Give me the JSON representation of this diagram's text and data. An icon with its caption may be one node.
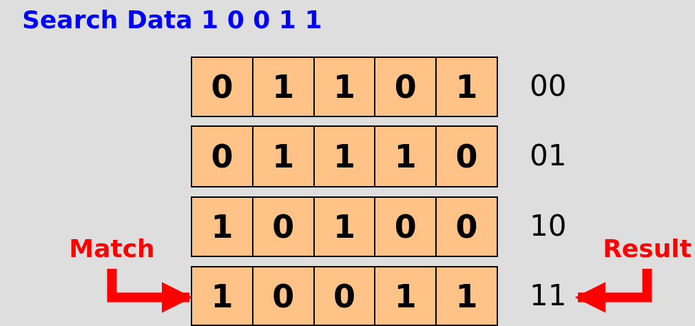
{
  "diagram": {
    "title": "Search Data 1 0 0 1 1",
    "nodes": [
      {
        "text": [
          "0",
          "1",
          "1",
          "0",
          "1"
        ],
        "beside": [
          "00"
        ]
      },
      {
        "text": [
          "0",
          "1",
          "1",
          "1",
          "0"
        ],
        "beside": [
          "01"
        ]
      },
      {
        "text": [
          "1",
          "0",
          "1",
          "0",
          "0"
        ],
        "beside": [
          "10"
        ]
      },
      {
        "text": [
          "1",
          "0",
          "0",
          "1",
          "1"
        ],
        "beside": [
          "11"
        ]
      },
      {
        "text": [
          "Match"
        ]
      },
      {
        "text": [
          "Result"
        ]
      }
    ],
    "edges": [
      {
        "from": 4,
        "to": 3,
        "arrow": "to",
        "color": "#ff0000"
      },
      {
        "from": 5,
        "to": 3,
        "arrow": "to",
        "color": "#ff0000"
      }
    ]
  }
}
